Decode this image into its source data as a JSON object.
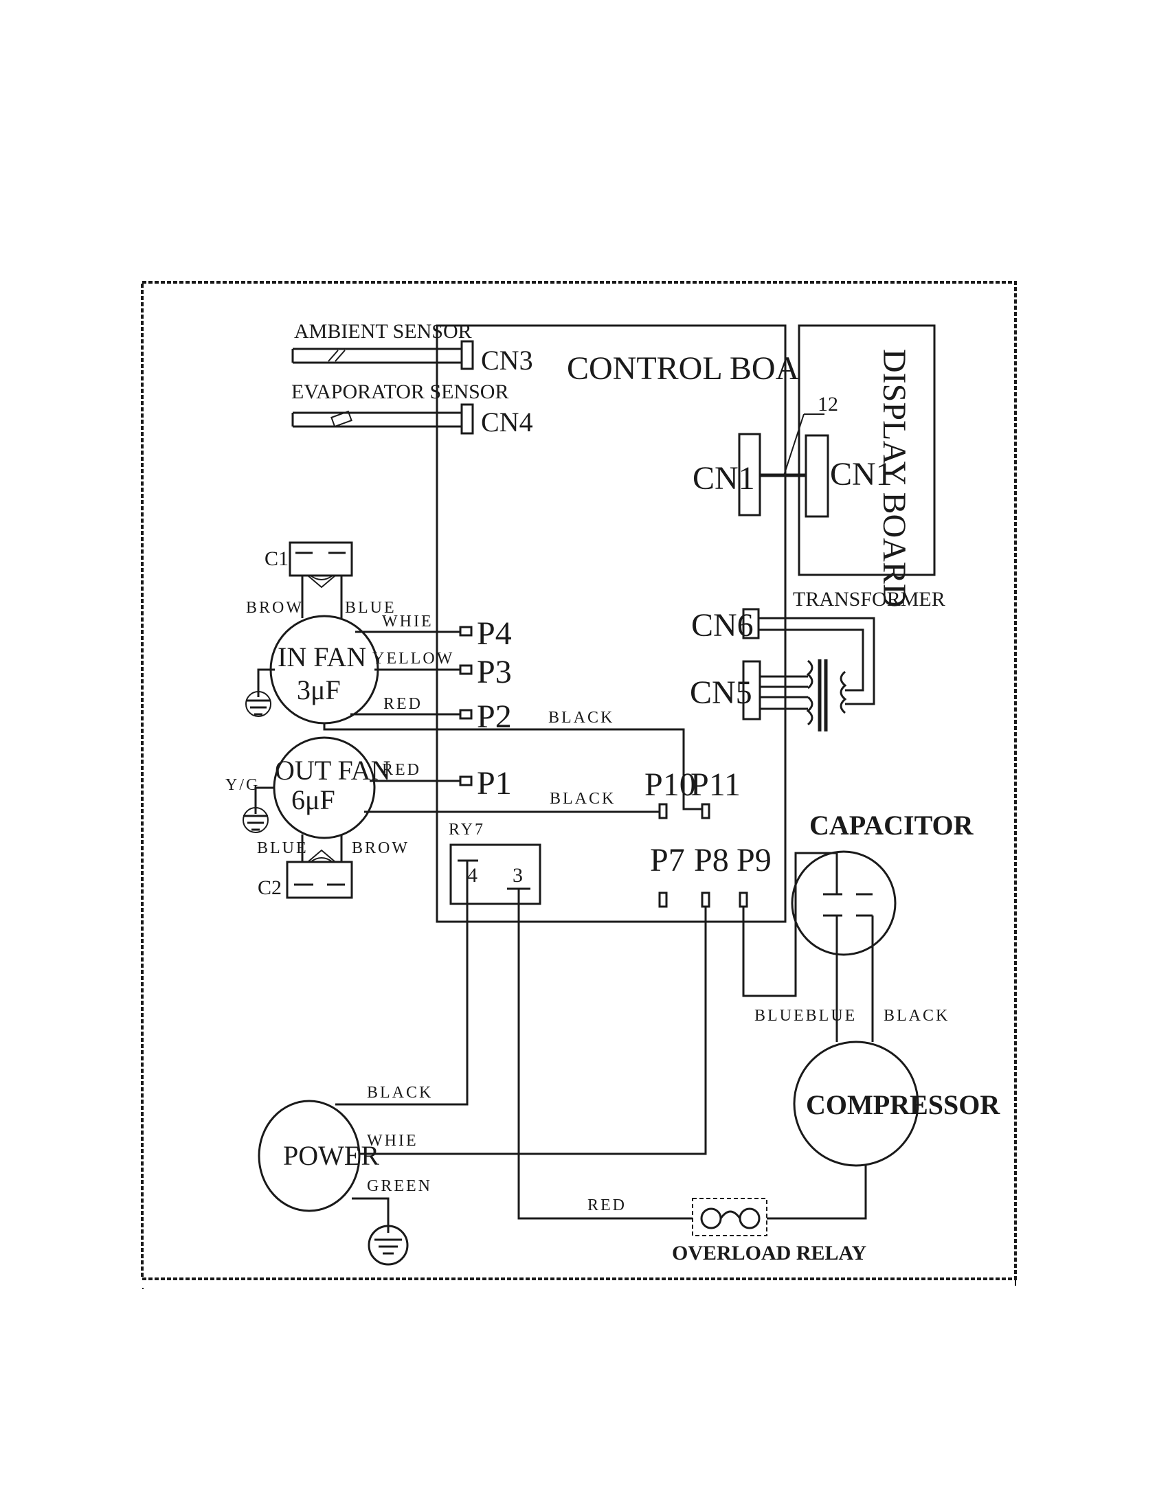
{
  "labels": {
    "ambient_sensor": "AMBIENT SENSOR",
    "evaporator_sensor": "EVAPORATOR SENSOR",
    "cn3": "CN3",
    "cn4": "CN4",
    "control_board": "CONTROL BOARD",
    "display_board": "DISPLAY BOARD",
    "wire_count": "12",
    "cn1_control": "CN1",
    "cn1_display": "CN1",
    "transformer": "TRANSFORMER",
    "cn6": "CN6",
    "cn5": "CN5",
    "c1": "C1",
    "c2": "C2",
    "in_fan": "IN FAN",
    "in_fan_cap": "3μF",
    "out_fan": "OUT FAN",
    "out_fan_cap": "6μF",
    "yg": "Y/G",
    "p1": "P1",
    "p2": "P2",
    "p3": "P3",
    "p4": "P4",
    "p7": "P7",
    "p8": "P8",
    "p9": "P9",
    "p10": "P10",
    "p11": "P11",
    "ry7": "RY7",
    "ry7_pin4": "4",
    "ry7_pin3": "3",
    "capacitor": "CAPACITOR",
    "compressor": "COMPRESSOR",
    "power": "POWER",
    "overload_relay": "OVERLOAD RELAY"
  },
  "wire_colors": {
    "brown_c1": "BROW",
    "blue_c1": "BLUE",
    "white_p4": "WHIE",
    "yellow_p3": "YELLOW",
    "red_p2": "RED",
    "black_p11": "BLACK",
    "red_p1": "RED",
    "black_p10": "BLACK",
    "blue_c2": "BLUE",
    "brown_c2": "BROW",
    "blue_blue": "BLUEBLUE",
    "black_comp": "BLACK",
    "black_power": "BLACK",
    "white_power": "WHIE",
    "green_power": "GREEN",
    "red_overload": "RED"
  }
}
